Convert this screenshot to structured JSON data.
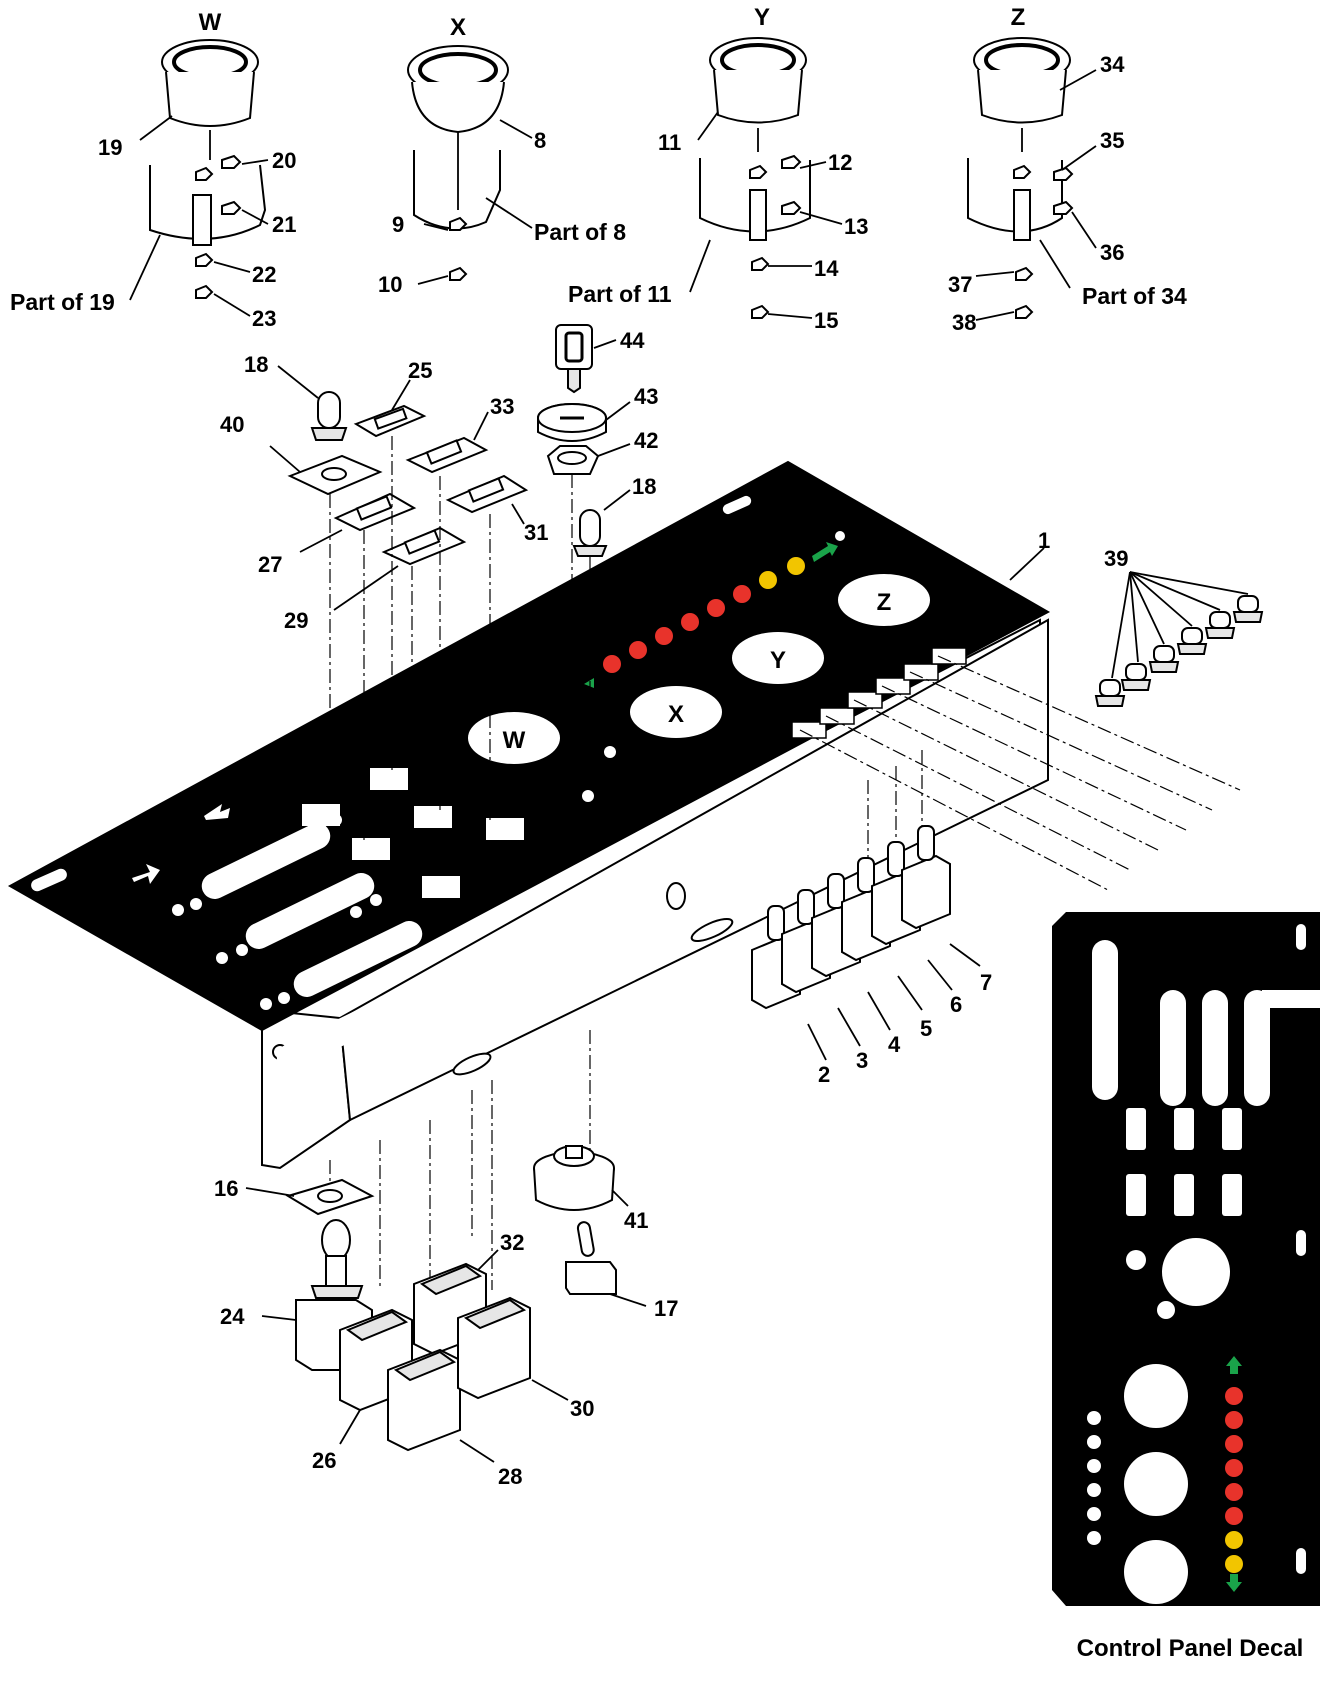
{
  "gauge_letters": [
    "W",
    "X",
    "Y",
    "Z"
  ],
  "panel_gauge_letters": [
    "W",
    "X",
    "Y",
    "Z"
  ],
  "callouts": {
    "c1": "1",
    "c2": "2",
    "c3": "3",
    "c4": "4",
    "c5": "5",
    "c6": "6",
    "c7": "7",
    "c8": "8",
    "c9": "9",
    "c10": "10",
    "c11": "11",
    "c12": "12",
    "c13": "13",
    "c14": "14",
    "c15": "15",
    "c16": "16",
    "c17": "17",
    "c18a": "18",
    "c18b": "18",
    "c19": "19",
    "c20": "20",
    "c21": "21",
    "c22": "22",
    "c23": "23",
    "c24": "24",
    "c25": "25",
    "c26": "26",
    "c27": "27",
    "c28": "28",
    "c29": "29",
    "c30": "30",
    "c31": "31",
    "c32": "32",
    "c33": "33",
    "c34": "34",
    "c35": "35",
    "c36": "36",
    "c37": "37",
    "c38": "38",
    "c39": "39",
    "c40": "40",
    "c41": "41",
    "c42": "42",
    "c43": "43",
    "c44": "44"
  },
  "part_of": {
    "p19": "Part of 19",
    "p8": "Part of 8",
    "p11": "Part of 11",
    "p34": "Part of 34"
  },
  "caption": "Control Panel Decal",
  "colors": {
    "panel": "#000000",
    "warning_red": "#e8332b",
    "caution_yellow": "#f2c500",
    "indicator_green": "#1aa34a"
  }
}
